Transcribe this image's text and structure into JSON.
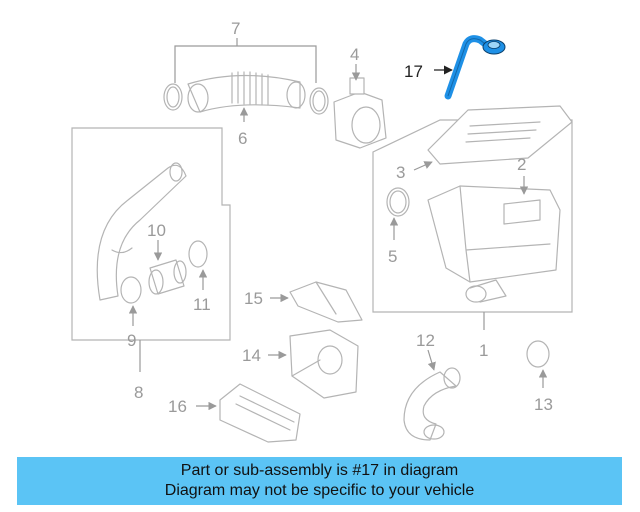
{
  "callouts": {
    "c1": "1",
    "c2": "2",
    "c3": "3",
    "c4": "4",
    "c5": "5",
    "c6": "6",
    "c7": "7",
    "c8": "8",
    "c9": "9",
    "c10": "10",
    "c11": "11",
    "c12": "12",
    "c13": "13",
    "c14": "14",
    "c15": "15",
    "c16": "16",
    "c17": "17"
  },
  "highlight_color": "#1e90e6",
  "banner": {
    "line1": "Part or sub-assembly is #17 in diagram",
    "line2": "Diagram may not be specific to your vehicle",
    "color": "#5bc4f5"
  }
}
